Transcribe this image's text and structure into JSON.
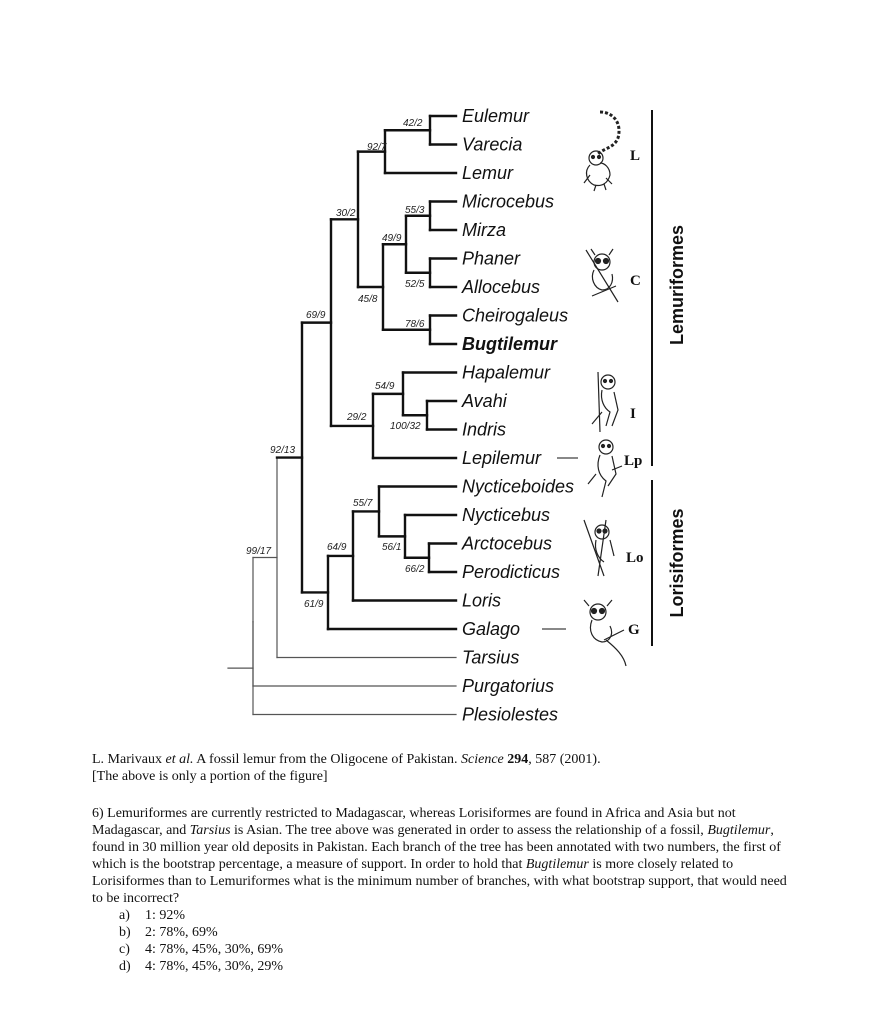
{
  "tree": {
    "taxa": [
      {
        "name": "Eulemur",
        "bold": false
      },
      {
        "name": "Varecia",
        "bold": false
      },
      {
        "name": "Lemur",
        "bold": false
      },
      {
        "name": "Microcebus",
        "bold": false
      },
      {
        "name": "Mirza",
        "bold": false
      },
      {
        "name": "Phaner",
        "bold": false
      },
      {
        "name": "Allocebus",
        "bold": false
      },
      {
        "name": "Cheirogaleus",
        "bold": false
      },
      {
        "name": "Bugtilemur",
        "bold": true
      },
      {
        "name": "Hapalemur",
        "bold": false
      },
      {
        "name": "Avahi",
        "bold": false
      },
      {
        "name": "Indris",
        "bold": false
      },
      {
        "name": "Lepilemur",
        "bold": false
      },
      {
        "name": "Nycticeboides",
        "bold": false
      },
      {
        "name": "Nycticebus",
        "bold": false
      },
      {
        "name": "Arctocebus",
        "bold": false
      },
      {
        "name": "Perodicticus",
        "bold": false
      },
      {
        "name": "Loris",
        "bold": false
      },
      {
        "name": "Galago",
        "bold": false
      },
      {
        "name": "Tarsius",
        "bold": false
      },
      {
        "name": "Purgatorius",
        "bold": false
      },
      {
        "name": "Plesiolestes",
        "bold": false
      }
    ],
    "support_labels": [
      "42/2",
      "92/7",
      "30/2",
      "55/3",
      "49/9",
      "52/5",
      "45/8",
      "78/6",
      "69/9",
      "54/9",
      "29/2",
      "100/32",
      "92/13",
      "55/7",
      "64/9",
      "56/1",
      "66/2",
      "99/17",
      "61/9"
    ],
    "group_labels": [
      "L",
      "C",
      "I",
      "Lp",
      "Lo",
      "G"
    ],
    "clade_labels": [
      "Lemuriformes",
      "Lorisiformes"
    ]
  },
  "caption": {
    "line1_pre": "L. Marivaux ",
    "line1_etal": "et al.",
    "line1_mid": " A fossil lemur from the Oligocene of Pakistan. ",
    "line1_journal": "Science",
    "line1_sp": " ",
    "line1_volume": "294",
    "line1_post": ", 587 (2001).",
    "line2": "[The above is only a portion of the figure]"
  },
  "question": {
    "s1": "6) Lemuriformes are currently restricted to Madagascar, whereas Lorisiformes are found in Africa and Asia but not Madagascar, and ",
    "s2": "Tarsius",
    "s3": " is Asian.  The tree above was generated in order to assess the relationship of a fossil, ",
    "s4": "Bugtilemur",
    "s5": ", found in 30 million year old deposits in Pakistan.  Each branch of the tree has been annotated with two numbers, the first of which is the bootstrap percentage, a measure of support.  In order to hold that ",
    "s6": "Bugtilemur",
    "s7": " is more closely related to Lorisiformes than to Lemuriformes what is the minimum number of branches, with what bootstrap support, that would need to be incorrect?",
    "answers": [
      {
        "letter": "a)",
        "text": "1: 92%"
      },
      {
        "letter": "b)",
        "text": "2: 78%, 69%"
      },
      {
        "letter": "c)",
        "text": "4: 78%, 45%, 30%, 69%"
      },
      {
        "letter": "d)",
        "text": "4: 78%, 45%, 30%, 29%"
      }
    ]
  }
}
